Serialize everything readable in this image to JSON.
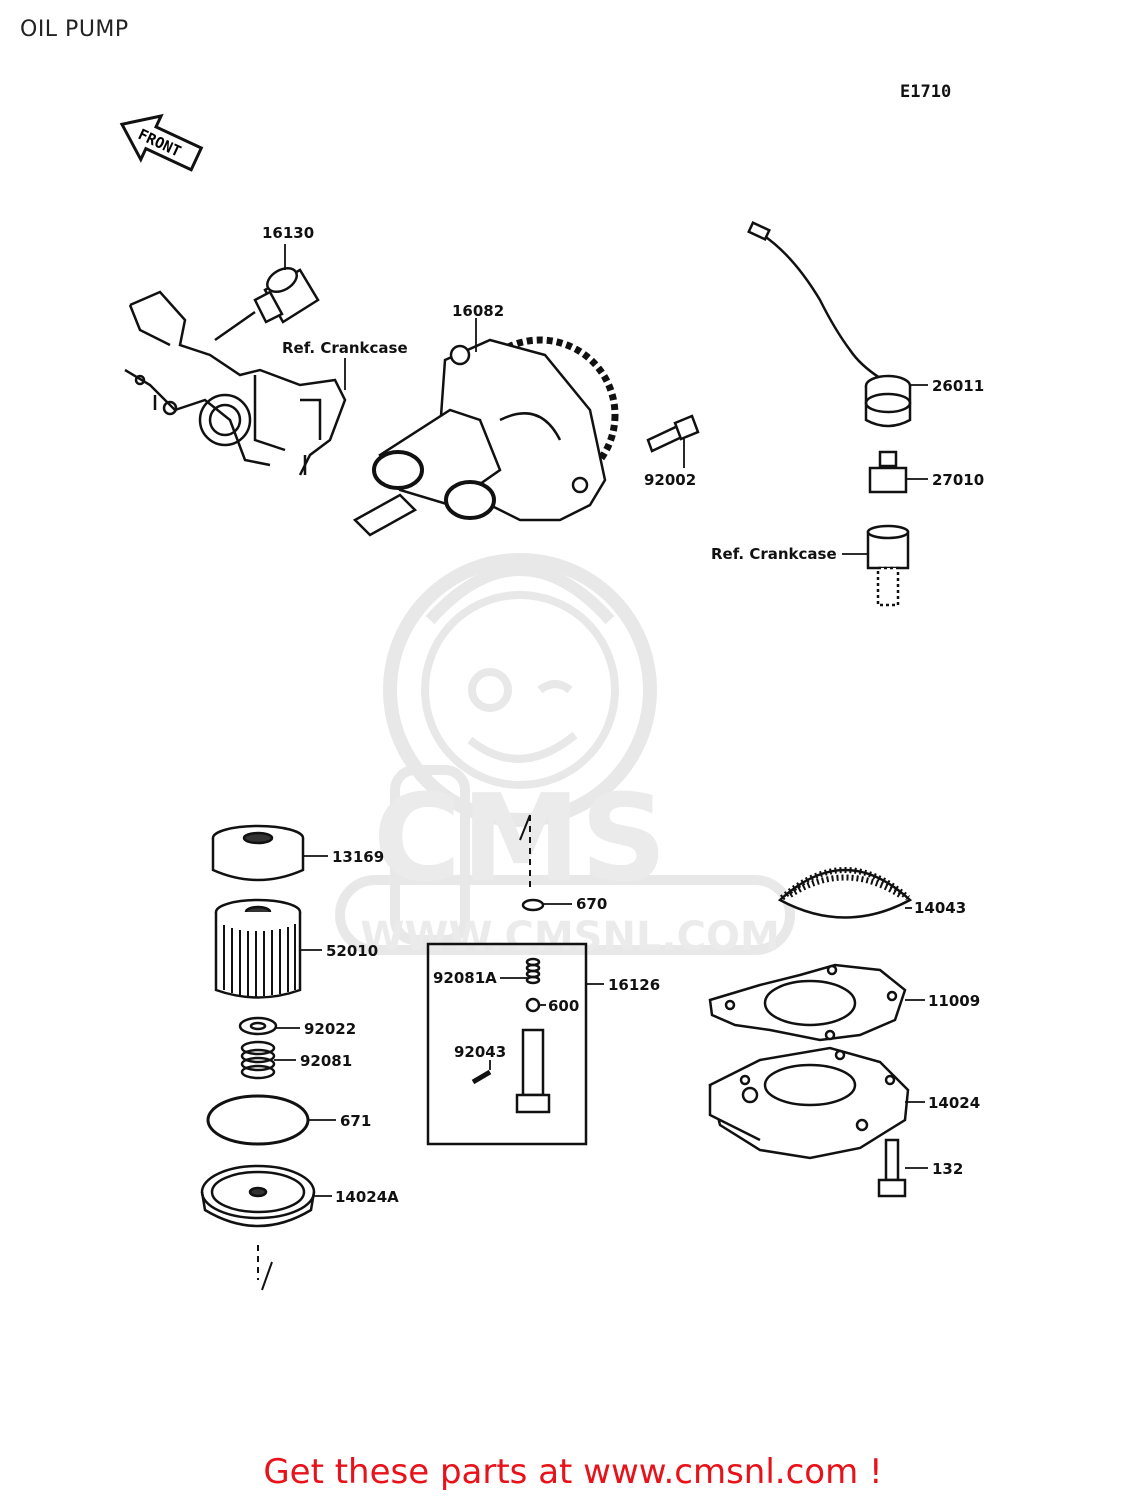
{
  "header": {
    "title": "OIL PUMP",
    "diagram_code": "E1710"
  },
  "front_arrow": "FRONT",
  "watermark": {
    "brand": "CMS",
    "url": "WWW.CMSNL.COM"
  },
  "refs": {
    "crankcase_top": "Ref. Crankcase",
    "crankcase_right": "Ref. Crankcase"
  },
  "parts": {
    "p16130": "16130",
    "p16082": "16082",
    "p92002": "92002",
    "p26011": "26011",
    "p27010": "27010",
    "p13169": "13169",
    "p52010": "52010",
    "p92022": "92022",
    "p92081": "92081",
    "p671": "671",
    "p14024A": "14024A",
    "p670": "670",
    "p92081A": "92081A",
    "p16126": "16126",
    "p600": "600",
    "p92043": "92043",
    "p14043": "14043",
    "p11009": "11009",
    "p14024": "14024",
    "p132": "132"
  },
  "footer": {
    "cta": "Get these parts at www.cmsnl.com !"
  }
}
